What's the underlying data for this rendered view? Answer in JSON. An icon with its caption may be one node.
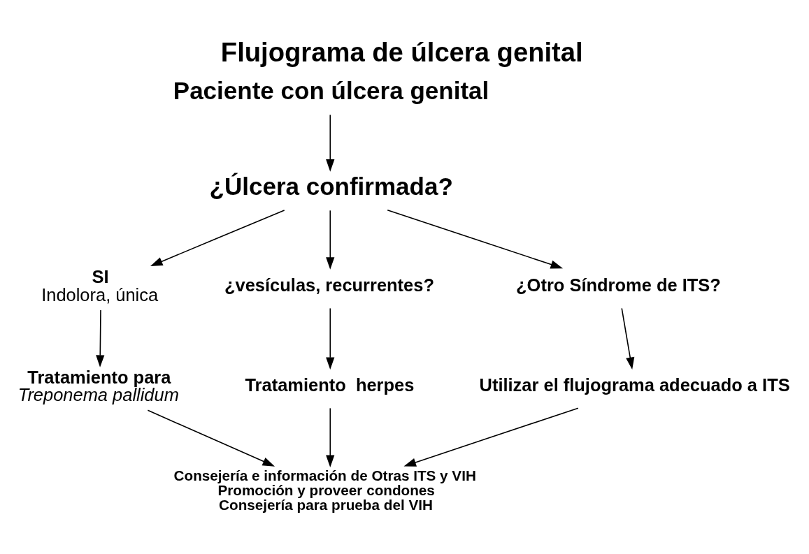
{
  "diagram": {
    "title": "Flujograma de úlcera genital",
    "nodes": [
      {
        "text": [
          "Paciente con úlcera genital"
        ]
      },
      {
        "text": [
          "¿Úlcera confirmada?"
        ]
      },
      {
        "text": [
          "SI",
          "Indolora, única"
        ]
      },
      {
        "text": [
          "¿vesículas, recurrentes?"
        ]
      },
      {
        "text": [
          "¿Otro Síndrome de ITS?"
        ]
      },
      {
        "text": [
          "Tratamiento para",
          "Treponema pallidum"
        ]
      },
      {
        "text": [
          "Tratamiento  herpes"
        ]
      },
      {
        "text": [
          "Utilizar el flujograma adecuado a ITS"
        ]
      },
      {
        "text": [
          "Consejería e información de Otras ITS y VIH",
          "Promoción y proveer condones",
          "Consejería para prueba del VIH"
        ]
      }
    ],
    "edges": [
      {
        "from": 0,
        "to": 1,
        "arrow": "to"
      },
      {
        "from": 1,
        "to": 2,
        "arrow": "to"
      },
      {
        "from": 1,
        "to": 3,
        "arrow": "to"
      },
      {
        "from": 1,
        "to": 4,
        "arrow": "to"
      },
      {
        "from": 2,
        "to": 5,
        "arrow": "to"
      },
      {
        "from": 3,
        "to": 6,
        "arrow": "to"
      },
      {
        "from": 4,
        "to": 7,
        "arrow": "to"
      },
      {
        "from": 5,
        "to": 8,
        "arrow": "to"
      },
      {
        "from": 6,
        "to": 8,
        "arrow": "to"
      },
      {
        "from": 7,
        "to": 8,
        "arrow": "to"
      }
    ]
  }
}
